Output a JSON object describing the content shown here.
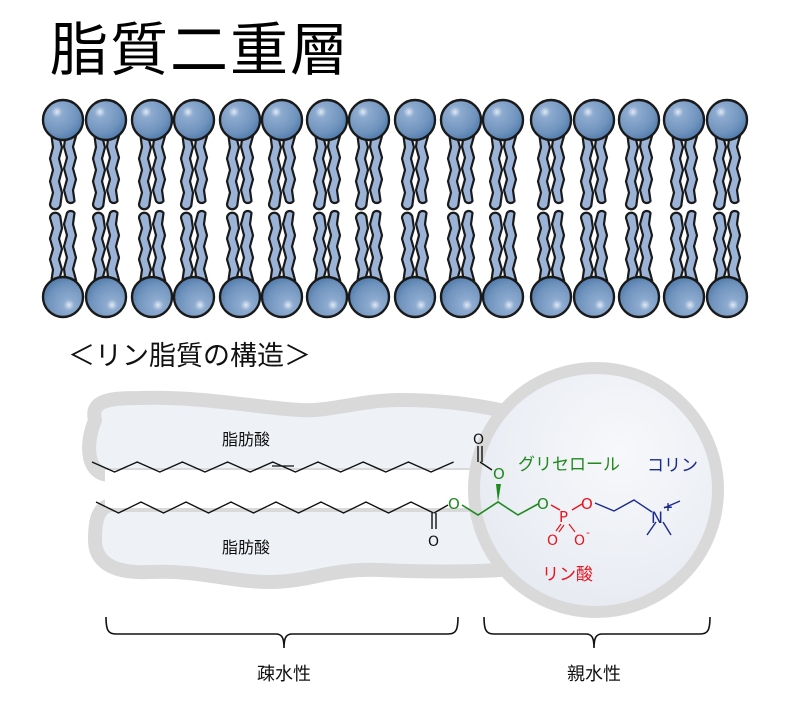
{
  "title": "脂質二重層",
  "subtitle": "＜リン脂質の構造＞",
  "bilayer": {
    "lipids_per_leaflet": 16,
    "leaflets": [
      "outer",
      "inner"
    ],
    "head_color": "#6f93bd",
    "tail_color": "#9bb3d6",
    "outline_color": "#1a1a1a"
  },
  "phospholipid": {
    "fatty_acid_labels": [
      "脂肪酸",
      "脂肪酸"
    ],
    "glycerol_label": "グリセロール",
    "choline_label": "コリン",
    "phosphate_label": "リン酸",
    "atoms": {
      "carbonyl_o_top": "O",
      "ester_o_top": "O",
      "carbonyl_o_bottom": "O",
      "ester_o_bottom": "O",
      "phosphate_o_ester1": "O",
      "phosphorus": "P",
      "phosphate_o_double": "O",
      "phosphate_o_minus": "O",
      "phosphate_o_minus_charge": "-",
      "phosphate_o_ester2": "O",
      "nitrogen": "N",
      "nitrogen_charge": "+"
    },
    "colors": {
      "glycerol": "#1e8a1e",
      "phosphate": "#e8141e",
      "choline": "#1a2a8a",
      "chain": "#111111",
      "blob_fill": "#eef1f6",
      "blob_outline": "#d9d9d9"
    }
  },
  "brackets": {
    "hydrophobic_label": "疎水性",
    "hydrophilic_label": "親水性"
  }
}
